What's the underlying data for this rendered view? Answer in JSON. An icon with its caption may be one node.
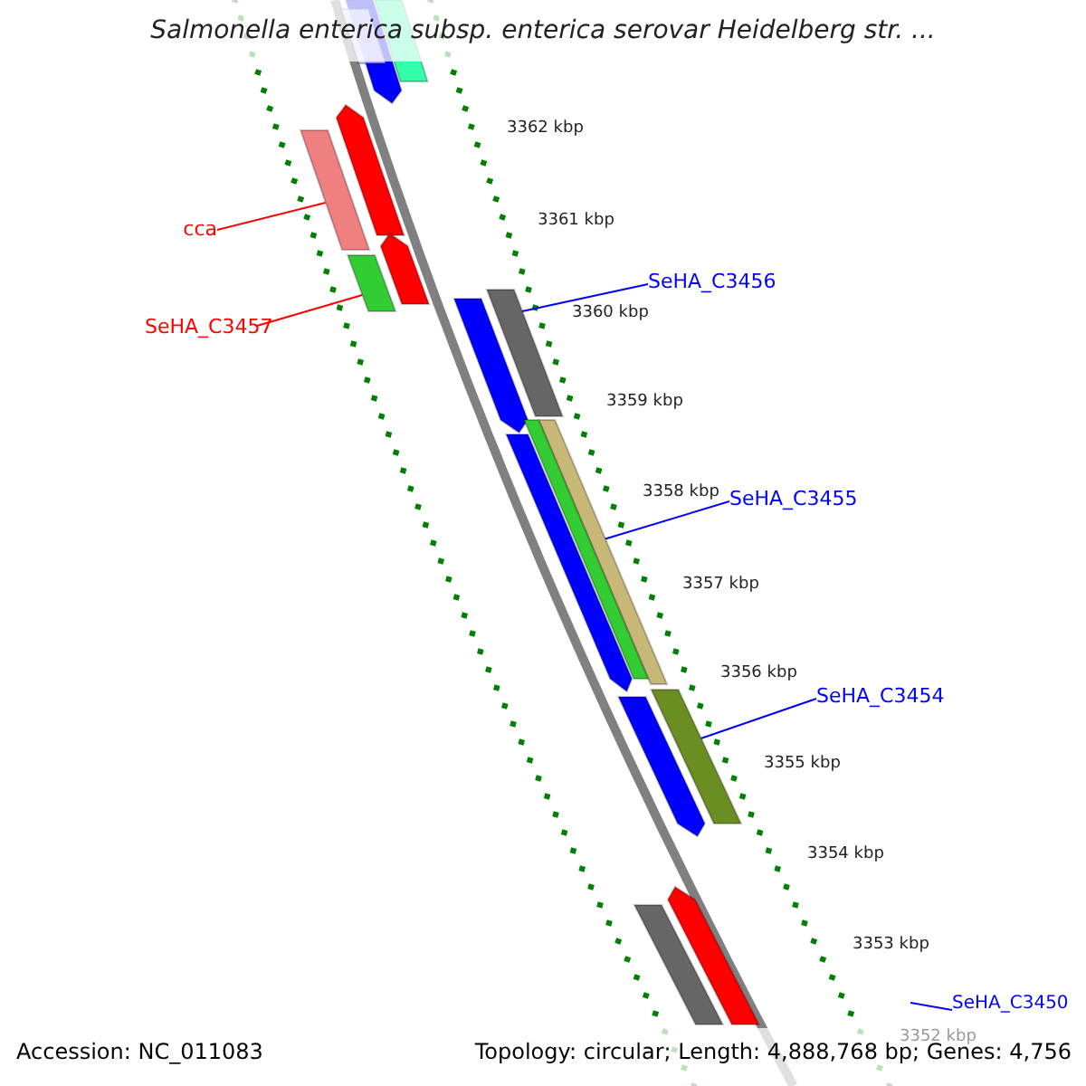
{
  "diagram": {
    "title": "Salmonella enterica subsp. enterica serovar Heidelberg str. ...",
    "nodes": [
      {
        "text": [
          "cca"
        ]
      },
      {
        "text": [],
        "shape": "bar"
      },
      {
        "text": [
          "SeHA_C3457"
        ]
      },
      {
        "text": [],
        "shape": "bar"
      },
      {
        "text": [
          "SeHA_C3456"
        ]
      },
      {
        "text": [],
        "shape": "bar"
      },
      {
        "text": [
          "SeHA_C3455"
        ]
      },
      {
        "text": [],
        "shape": "bar"
      },
      {
        "text": [
          "SeHA_C3454"
        ]
      },
      {
        "text": [],
        "shape": "bar"
      },
      {
        "text": [
          "SeHA_C3450"
        ]
      },
      {
        "text": [],
        "shape": "bar"
      },
      {
        "text": [],
        "shape": "bar"
      },
      {
        "text": [],
        "shape": "bar"
      },
      {
        "text": [],
        "shape": "bar"
      },
      {
        "text": [],
        "shape": "bar"
      },
      {
        "text": [],
        "shape": "bar"
      },
      {
        "text": [],
        "shape": "bar"
      },
      {
        "text": [],
        "shape": "bar"
      },
      {
        "text": [],
        "shape": "bar"
      },
      {
        "text": [],
        "shape": "bar"
      },
      {
        "text": [],
        "shape": "bar"
      }
    ],
    "edges": [
      {
        "from": 0,
        "to": 1,
        "arrow": "none",
        "color": "#ff0000"
      },
      {
        "from": 2,
        "to": 3,
        "arrow": "none",
        "color": "#ff0000"
      },
      {
        "from": 4,
        "to": 5,
        "arrow": "none"
      },
      {
        "from": 6,
        "to": 7,
        "arrow": "none"
      },
      {
        "from": 8,
        "to": 9,
        "arrow": "none"
      },
      {
        "from": 10,
        "to": null,
        "arrow": "none"
      }
    ],
    "labels": [
      "3362 kbp",
      "3361 kbp",
      "3360 kbp",
      "3359 kbp",
      "3358 kbp",
      "3357 kbp",
      "3356 kbp",
      "3355 kbp",
      "3354 kbp",
      "3353 kbp",
      "3352 kbp",
      "Accession: NC_011083",
      "Topology: circular; Length: 4,888,768 bp; Genes: 4,756"
    ]
  }
}
